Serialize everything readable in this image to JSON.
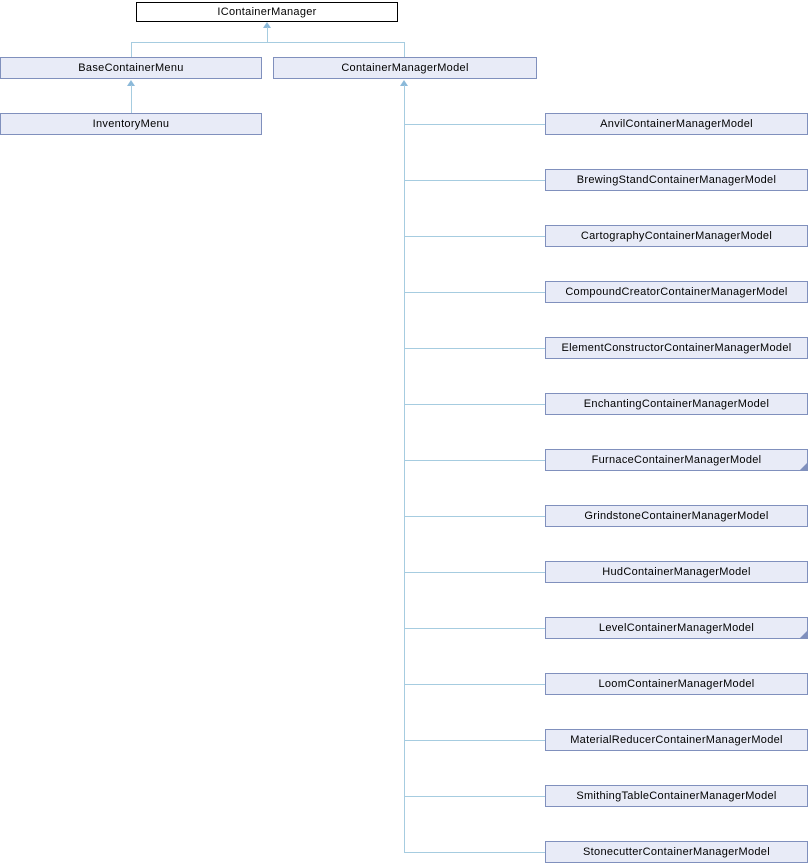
{
  "colors": {
    "node_fill": "#e8ebf7",
    "node_border": "#8090bd",
    "root_fill": "#ffffff",
    "root_border": "#000000",
    "edge": "#a6cce0",
    "arrowhead": "#8bb9d9",
    "label": "#000000",
    "background": "#ffffff"
  },
  "diagram_type": "class-inheritance-graph",
  "hierarchy": {
    "root": "IContainerManager",
    "subclasses": [
      {
        "label": "BaseContainerMenu",
        "subclasses": [
          {
            "label": "InventoryMenu"
          }
        ]
      },
      {
        "label": "ContainerManagerModel",
        "subclasses": [
          {
            "label": "AnvilContainerManagerModel",
            "has_subclasses": false
          },
          {
            "label": "BrewingStandContainerManagerModel",
            "has_subclasses": false
          },
          {
            "label": "CartographyContainerManagerModel",
            "has_subclasses": false
          },
          {
            "label": "CompoundCreatorContainerManagerModel",
            "has_subclasses": false
          },
          {
            "label": "ElementConstructorContainerManagerModel",
            "has_subclasses": false
          },
          {
            "label": "EnchantingContainerManagerModel",
            "has_subclasses": false
          },
          {
            "label": "FurnaceContainerManagerModel",
            "has_subclasses": true
          },
          {
            "label": "GrindstoneContainerManagerModel",
            "has_subclasses": false
          },
          {
            "label": "HudContainerManagerModel",
            "has_subclasses": false
          },
          {
            "label": "LevelContainerManagerModel",
            "has_subclasses": true
          },
          {
            "label": "LoomContainerManagerModel",
            "has_subclasses": false
          },
          {
            "label": "MaterialReducerContainerManagerModel",
            "has_subclasses": false
          },
          {
            "label": "SmithingTableContainerManagerModel",
            "has_subclasses": false
          },
          {
            "label": "StonecutterContainerManagerModel",
            "has_subclasses": false
          }
        ]
      }
    ]
  }
}
